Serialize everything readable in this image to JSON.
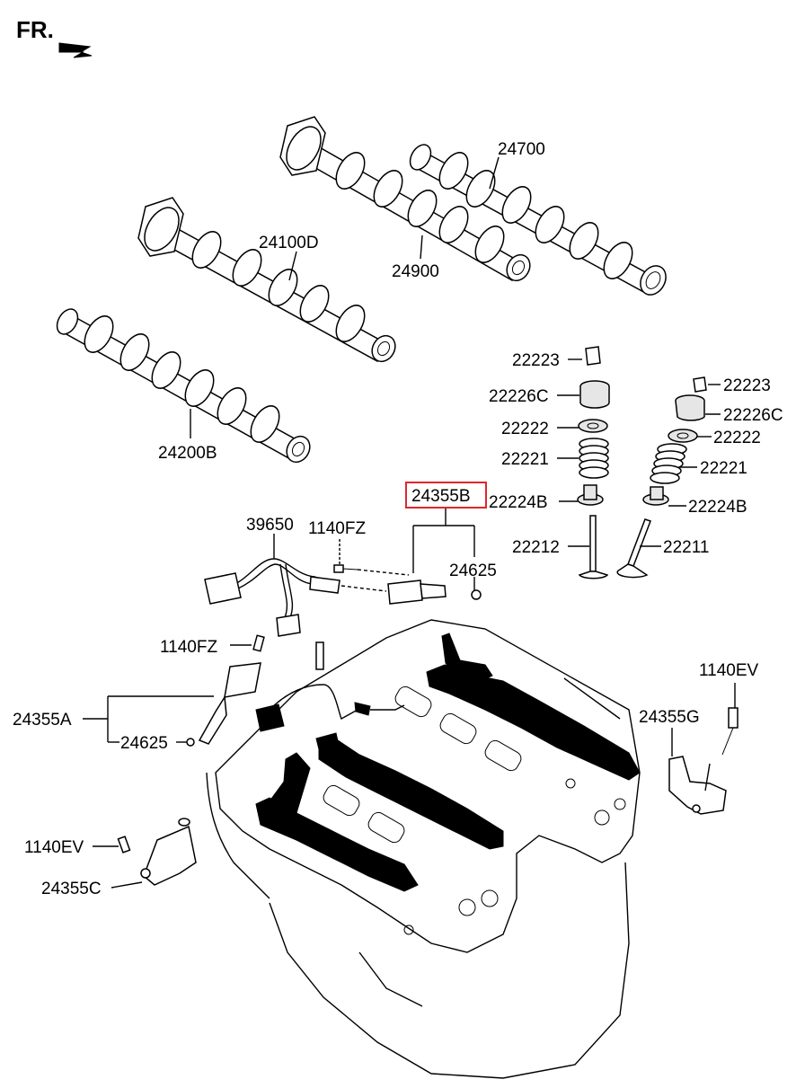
{
  "orientation": {
    "label": "FR.",
    "icon": "arrow-front-icon"
  },
  "highlight_color": "#e0262b",
  "labels": {
    "p24700": "24700",
    "p24100D": "24100D",
    "p24900": "24900",
    "p24200B": "24200B",
    "p22223_a": "22223",
    "p22226C_a": "22226C",
    "p22222_a": "22222",
    "p22221_a": "22221",
    "p22224B_a": "22224B",
    "p22212": "22212",
    "p22223_b": "22223",
    "p22226C_b": "22226C",
    "p22222_b": "22222",
    "p22221_b": "22221",
    "p22224B_b": "22224B",
    "p22211": "22211",
    "p24355B": "24355B",
    "p39650": "39650",
    "p1140FZ_a": "1140FZ",
    "p24625_a": "24625",
    "p1140FZ_b": "1140FZ",
    "p24355A": "24355A",
    "p24625_b": "24625",
    "p1140EV_a": "1140EV",
    "p24355C": "24355C",
    "p1140EV_b": "1140EV",
    "p24355G": "24355G"
  }
}
